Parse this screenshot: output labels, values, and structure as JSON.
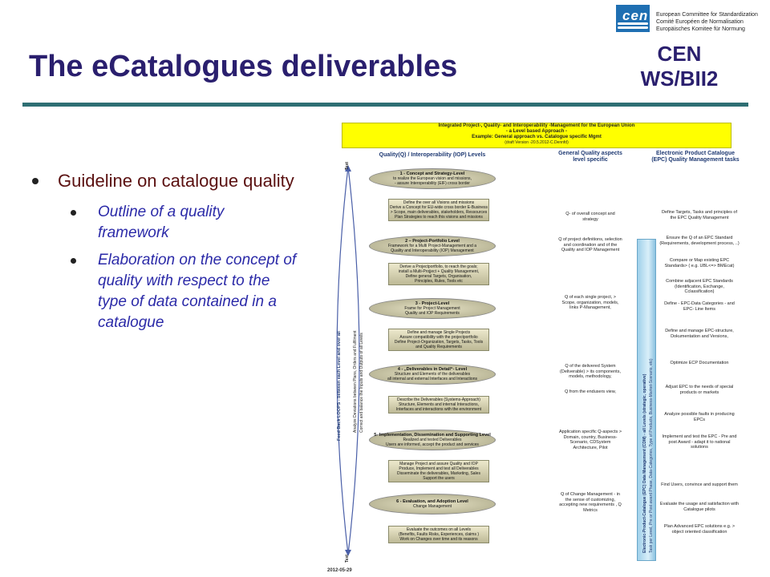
{
  "header": {
    "logo_text": "cen",
    "org_lines": [
      "European Committee for Standardization",
      "Comité Européen de Normalisation",
      "Europäisches Komitee für Normung"
    ],
    "title": "The eCatalogues deliverables",
    "badge_line1": "CEN",
    "badge_line2": "WS/BII2",
    "accent_color": "#2e6e73",
    "title_color": "#2a1f6e"
  },
  "bullets": {
    "main": "Guideline on catalogue quality",
    "sub": [
      "Outline of a quality framework",
      "Elaboration on the concept of quality with respect to the type of data contained in a catalogue"
    ]
  },
  "diagram": {
    "header_lines": [
      "Integrated Project-, Quality- and Interoperability -Management for the European Union",
      "- a Level based Approach -",
      "Example: General approach vs. Catalogue specific Mgmt"
    ],
    "header_small": "(draft Version -20.5.2012-C.Dennfd)",
    "col1_title": "Quality(Q) / Interoperability (IOP) Levels",
    "col2_title": "General Quality aspects level specific",
    "col3_title": "Electronic Product Catalogue (EPC) Quality Management tasks",
    "text_top": "Text",
    "text_bottom": "Text",
    "loop_label": "Feed Back LOOPS - between each Level and over all",
    "loop_sub1": "Analyze Deviations between Plans, Orders and Fulfilment",
    "loop_sub2": "Correct and balance the Inputs and Outputs of all Levels",
    "levels": [
      {
        "title": "1 - Concept and Strategy-Level",
        "lines": [
          "to realize the European vision and missions,",
          "- assure Interoperability (EIF) cross border"
        ]
      },
      {
        "title": "2 – Project-Portfolio Level",
        "lines": [
          "Framework for a Multi Project-Management and a",
          "Quality and Interoperability (IOP) Management"
        ]
      },
      {
        "title": "3 - Project-Level",
        "lines": [
          "Frame for Project Management",
          "Quality and IOP Requirements"
        ]
      },
      {
        "title": "4 - „Deliverables in Detail“- Level",
        "lines": [
          "Structure and Elements of the deliverables",
          "all internal and external Interfaces and Interactions"
        ]
      },
      {
        "title": "5- Implementation, Dissemination and Supporting Level",
        "lines": [
          "Realized and tested Deliverables",
          "Users are informed, accept the product and services"
        ]
      },
      {
        "title": "6 - Evaluation, and Adoption Level",
        "lines": [
          "Change Management"
        ]
      }
    ],
    "tasks": [
      {
        "lines": [
          "Define the over all Visions and missions",
          "Derive a Concept for EU-wide cross border E-Business",
          "> Scope, main deliverables, stakeholders, Ressources",
          "Plan Strategies to reach this visions and missions"
        ]
      },
      {
        "lines": [
          "Derive a Projectportfolio, to reach the goals;",
          "install a Multi-Projject + Quality Management,",
          "Define general Targets, Organisation,",
          "Principles, Rules, Tools etc"
        ]
      },
      {
        "lines": [
          "Define and manage Single Projects",
          "Assure compatibility with the projectportfolio",
          "Define Project-Organization, Targets, Tasks, Tools",
          "and Quality Requirements"
        ]
      },
      {
        "lines": [
          "Describe the Deliverables (Systems-Approach)",
          "Structure, Elements and internal Interactions,",
          "Interfaces and interactions with the environment"
        ]
      },
      {
        "lines": [
          "Manage Project and assure Quality and IOP",
          "Produce, Implement and test all Deliverables",
          "Disseminate the deliverables, Marketing, Sales",
          "Support the users"
        ]
      },
      {
        "lines": [
          "Evaluate the outcomes on all Levels",
          "(Benefits, Faults Risks, Experiences, claims )",
          "Work on Changes over time and its reasons"
        ]
      }
    ],
    "mid_notes": [
      "Q- of overall concept and strategy",
      "Q of project definitions, selection and coordination and of the Quality and IOP Management",
      "Q of each single project, > Scope, organization, models, links P-Management,",
      "Q of the delivered System (Deliverable) > its components, models, methodology,",
      "Q from the endusers view,",
      "Application specific Q-aspects > Domain, country, Business-Scenario, CDSystem Architecture, Pilot",
      "Q of Change Management - in the sense of customizing, accepting new requirements , Q Metrics"
    ],
    "bar_label1": "Electronic-Product-Catalogue (EPC) Data Management (CDM) - all Levels (strategic, operative)",
    "bar_label2": "Task per Level, Pre or Post award Phase, Data-Categories, Type of Products, Business-Market-Scenario, etc)",
    "right_notes": [
      "Define Targets, Tasks and principles of the EPC Quality Management",
      "Ensure the Q of an EPC Standard (Requirements, development process, ..)",
      "Compare or Map existing EPC Standards> ( e.g. UBL<=> BMEcat)",
      "Combine adjacent EPC Standards (Identification, Exchange, Cclassification)",
      "Define - EPC-Data Categories - and EPC- Line Items",
      "Define and manage EPC-structure, Dokumentation and Versions,",
      "Optimize ECP Documentation",
      "Adjust EPC to the needs of special products or markets",
      "Analyze possible faults in producing EPCs",
      "Implement and test the EPC - Pre and post Award - adapt it to national solutions",
      "Find Users, convince and support them",
      "Evaluate the usage and satisfaction with Catalogue pilots",
      "Plan Advanced EPC solutions e.g. > object oriented classification"
    ],
    "date": "2012-05-29"
  }
}
